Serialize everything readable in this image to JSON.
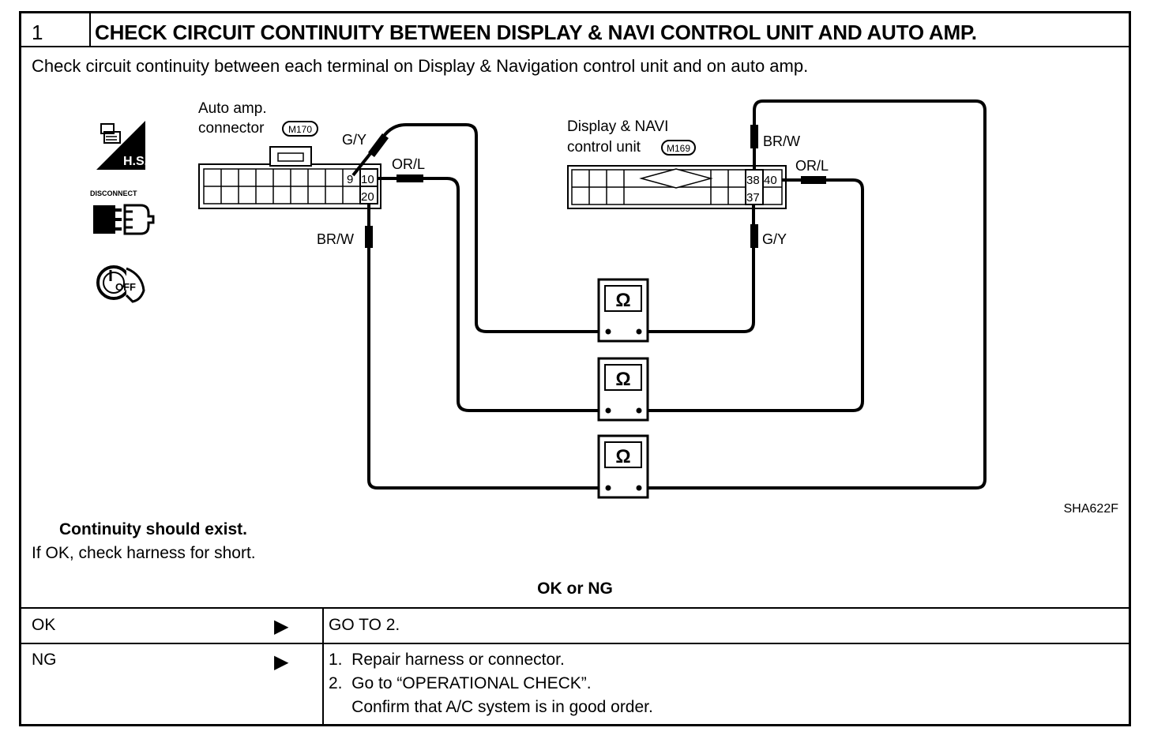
{
  "step": {
    "number": "1",
    "title": "CHECK CIRCUIT CONTINUITY BETWEEN DISPLAY & NAVI CONTROL UNIT AND AUTO AMP."
  },
  "instruction": "Check circuit continuity between each terminal on Display & Navigation control unit and on auto amp.",
  "icons": {
    "hs_label": "H.S.",
    "disconnect_label": "DISCONNECT",
    "off_label": "OFF"
  },
  "diagram": {
    "auto_amp_line1": "Auto amp.",
    "auto_amp_line2": "connector",
    "auto_amp_connector": "M170",
    "navi_line1": "Display & NAVI",
    "navi_line2": "control unit",
    "navi_connector": "M169",
    "terminals": {
      "t9": "9",
      "t10": "10",
      "t20": "20",
      "t38": "38",
      "t40": "40",
      "t37": "37"
    },
    "wires": {
      "gy_left": "G/Y",
      "orl_left": "OR/L",
      "brw_left": "BR/W",
      "brw_right": "BR/W",
      "orl_right": "OR/L",
      "gy_right": "G/Y"
    },
    "meter_symbol": "Ω",
    "figure_code": "SHA622F"
  },
  "result": {
    "continuity": "Continuity should exist.",
    "if_ok": "If OK, check harness for short.",
    "ok_or_ng": "OK or NG"
  },
  "outcomes": [
    {
      "label": "OK",
      "arrow": "▶",
      "lines": [
        "GO TO 2."
      ]
    },
    {
      "label": "NG",
      "arrow": "▶",
      "lines": [
        "1.  Repair harness or connector.",
        "2.  Go to “OPERATIONAL CHECK”.",
        "     Confirm that A/C system is in good order."
      ]
    }
  ]
}
